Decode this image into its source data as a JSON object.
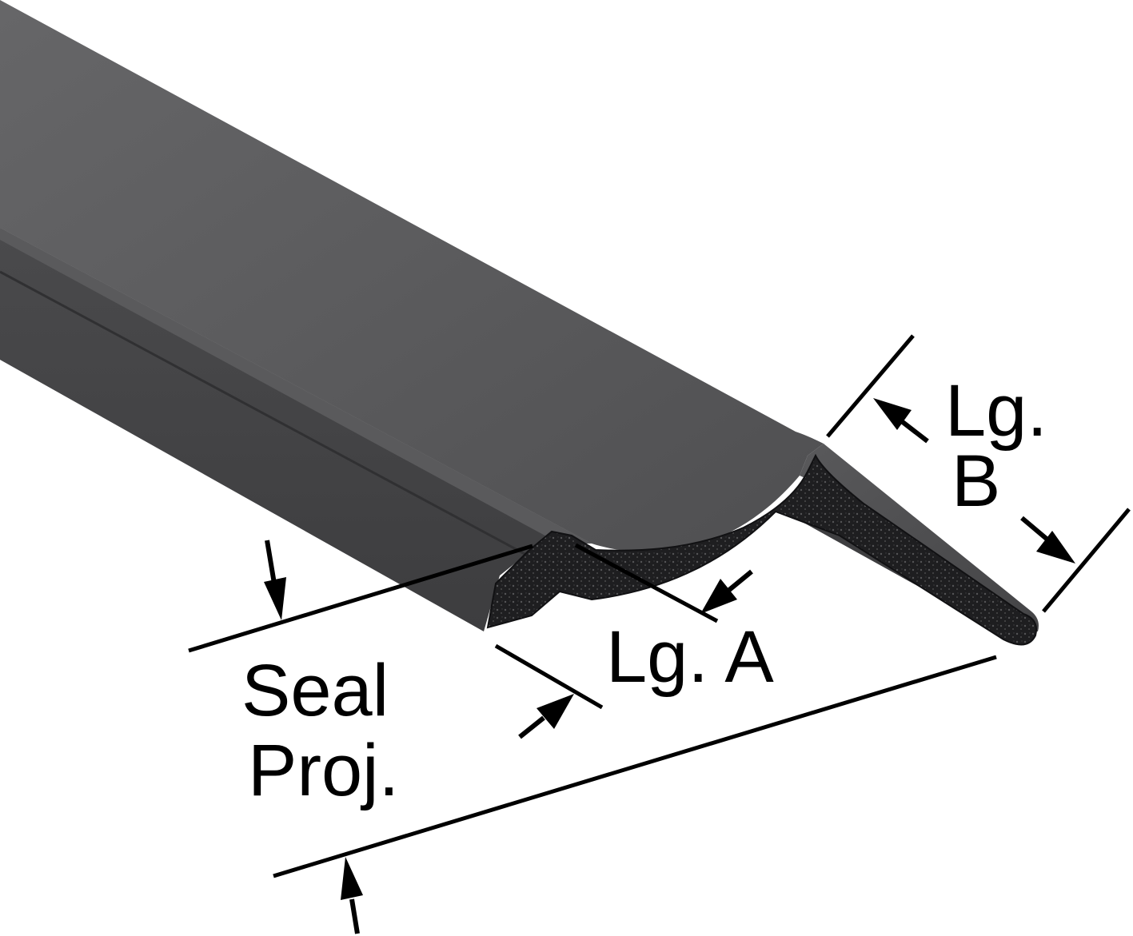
{
  "labels": {
    "length_b_line1": "Lg.",
    "length_b_line2": "B",
    "length_a": "Lg. A",
    "seal_projection_line1": "Seal",
    "seal_projection_line2": "Proj."
  },
  "colors": {
    "background": "#ffffff",
    "ink": "#000000",
    "rubber_top": "#5d5d5f",
    "rubber_mid": "#4e4e50",
    "rubber_dark": "#3c3c3e",
    "rubber_highlight": "#6a6a6c",
    "foam_section": "#222224"
  }
}
